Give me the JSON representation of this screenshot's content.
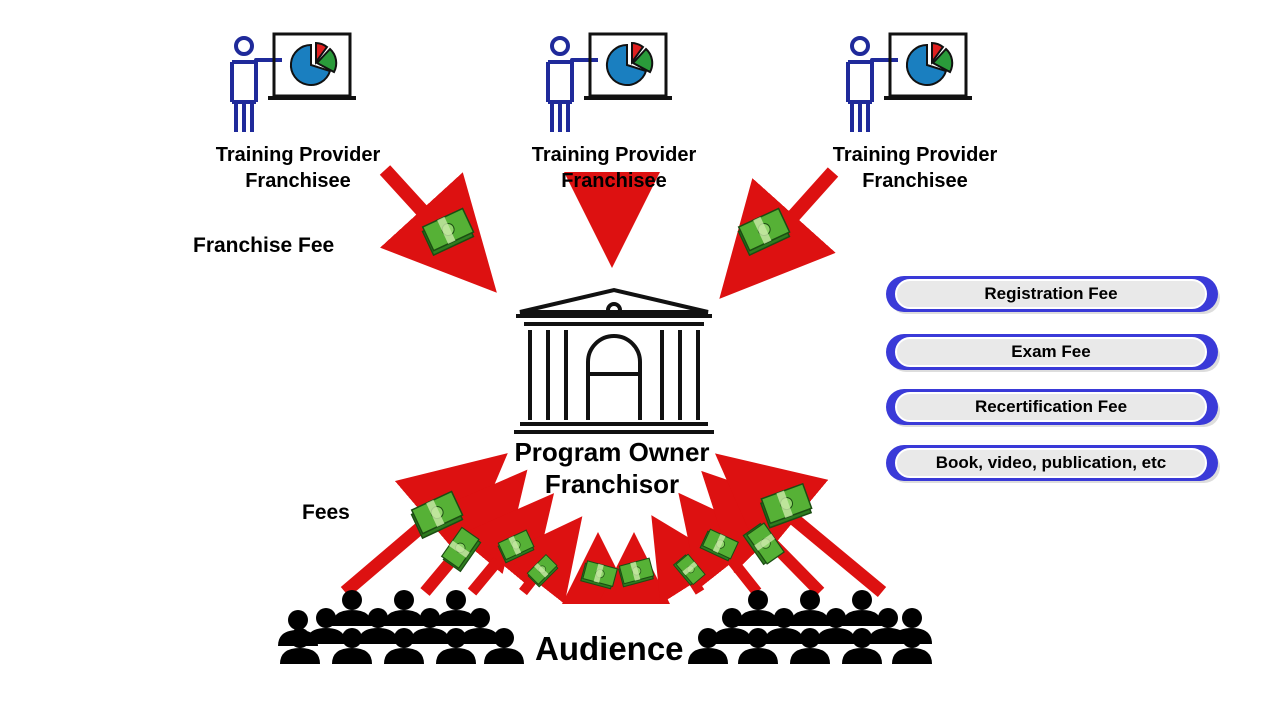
{
  "providers": [
    {
      "line1": "Training Provider",
      "line2": "Franchisee"
    },
    {
      "line1": "Training Provider",
      "line2": "Franchisee"
    },
    {
      "line1": "Training Provider",
      "line2": "Franchisee"
    }
  ],
  "franchise_fee_label": "Franchise Fee",
  "owner": {
    "line1": "Program Owner",
    "line2": "Franchisor"
  },
  "fees_label": "Fees",
  "audience_label": "Audience",
  "fee_list": [
    "Registration Fee",
    "Exam Fee",
    "Recertification Fee",
    "Book, video, publication, etc"
  ],
  "colors": {
    "arrow": "#dd1111",
    "money": "#3f9a2a",
    "person": "#1f2a9a",
    "pill_edge": "#3a3ad8",
    "chart_blue": "#1a7fc0",
    "chart_red": "#e02020",
    "chart_green": "#2a9a3a"
  },
  "icons": [
    "presenter-icon",
    "pie-chart-icon",
    "money-stack-icon",
    "building-icon",
    "audience-icon"
  ]
}
